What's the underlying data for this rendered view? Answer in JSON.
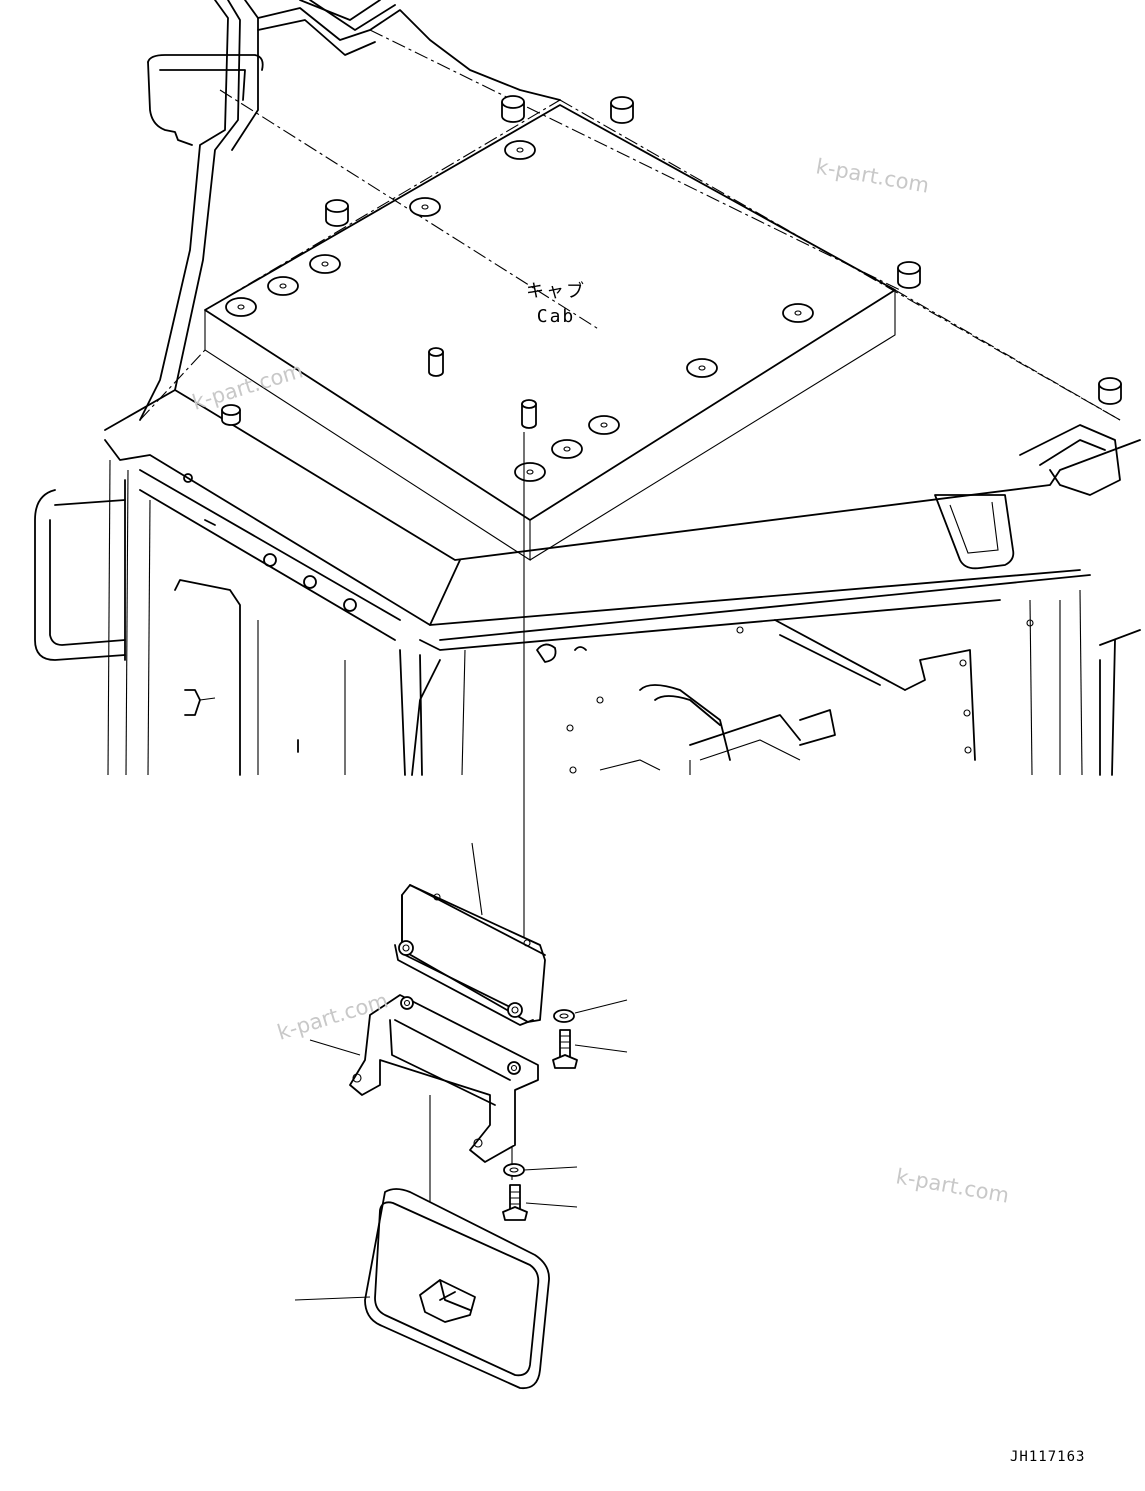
{
  "drawing": {
    "label_jp": "キャブ",
    "label_en": "Cab",
    "drawing_code": "JH117163"
  },
  "watermarks": [
    "k-part.com",
    "k-part.com",
    "k-part.com",
    "k-part.com"
  ],
  "parts": [
    {
      "name": "upper-bracket"
    },
    {
      "name": "lower-bracket"
    },
    {
      "name": "washer-upper"
    },
    {
      "name": "bolt-upper"
    },
    {
      "name": "washer-lower"
    },
    {
      "name": "bolt-lower"
    },
    {
      "name": "mirror"
    }
  ]
}
